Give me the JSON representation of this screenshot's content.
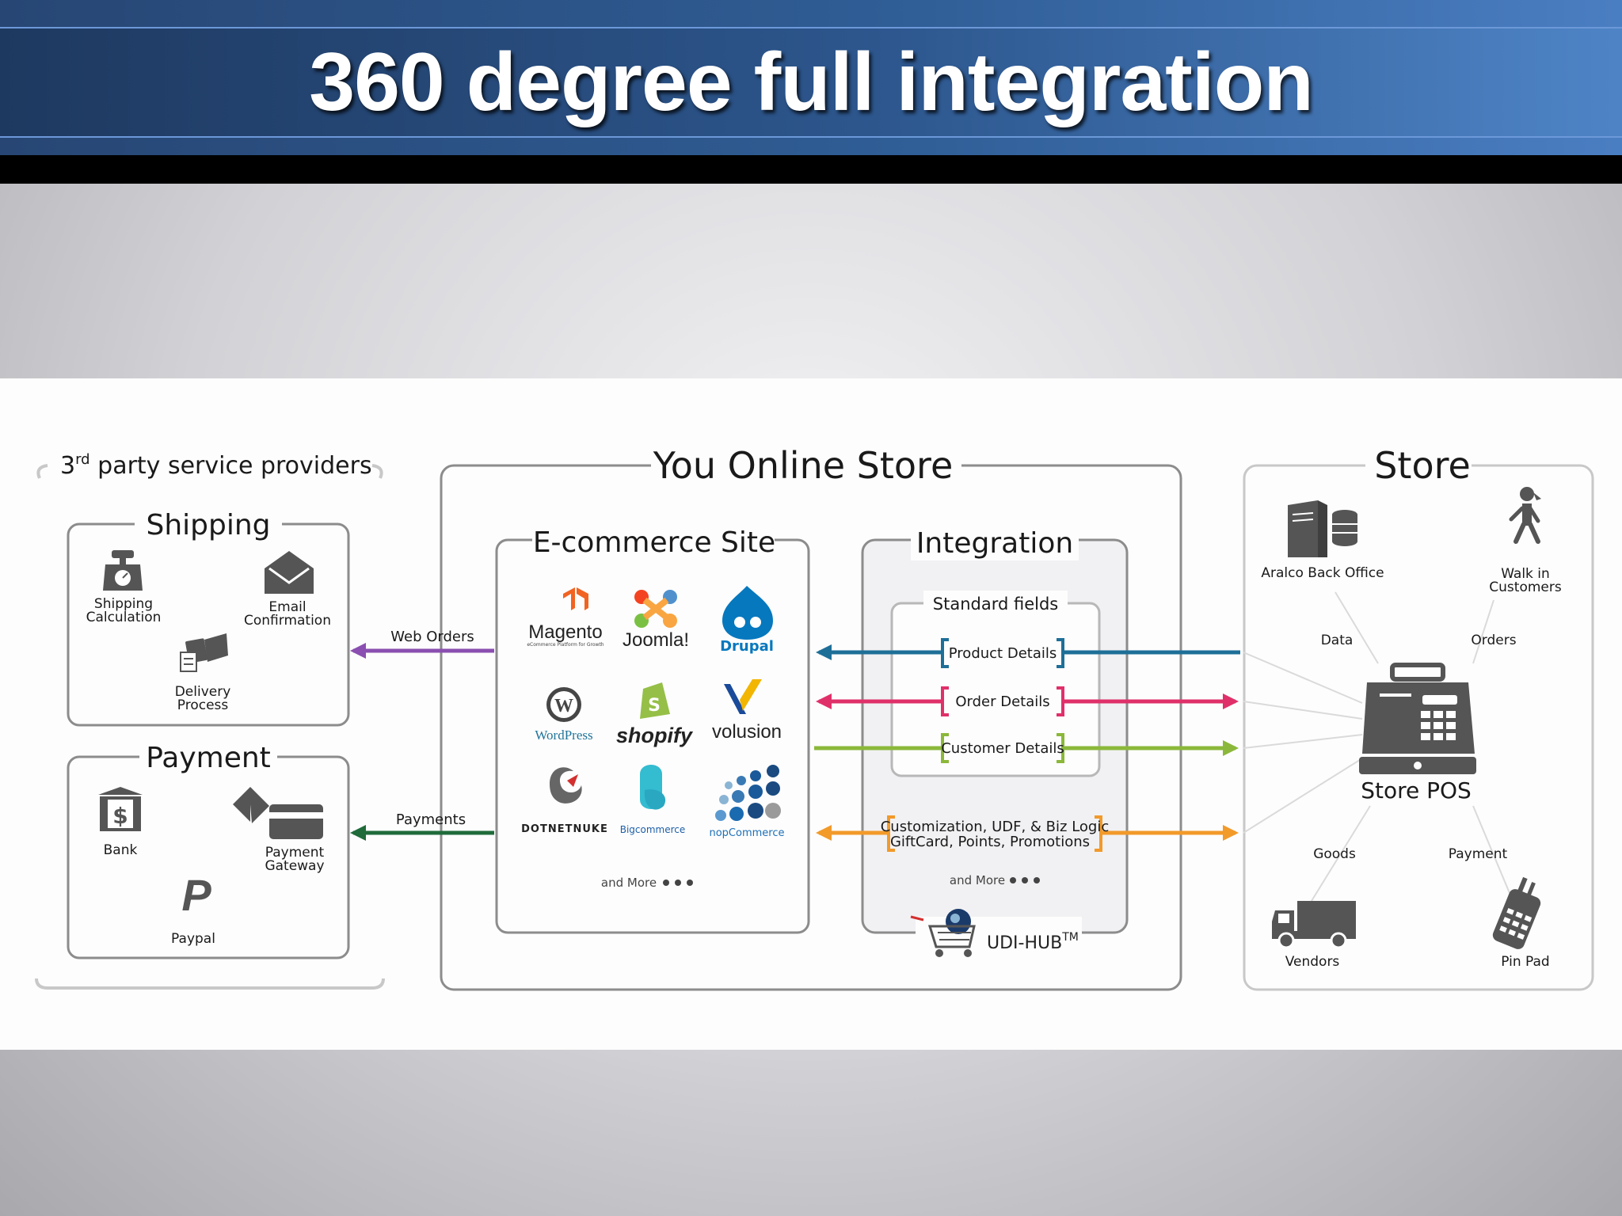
{
  "title": "360 degree full integration",
  "diagram": {
    "providers": {
      "heading": "3rd party service providers",
      "heading_base": "3",
      "heading_sup": "rd",
      "heading_rest": " party service providers",
      "shipping": {
        "title": "Shipping",
        "shipping_calc": [
          "Shipping",
          "Calculation"
        ],
        "email_conf": [
          "Email",
          "Confirmation"
        ],
        "delivery": [
          "Delivery",
          "Process"
        ]
      },
      "payment": {
        "title": "Payment",
        "bank": "Bank",
        "gateway": [
          "Payment",
          "Gateway"
        ],
        "paypal": "Paypal"
      }
    },
    "online_store": {
      "title": "You Online Store",
      "ecommerce": {
        "title": "E-commerce Site",
        "platforms": {
          "magento": "Magento",
          "magento_tagline": "eCommerce Platform for Growth",
          "joomla": "Joomla!",
          "drupal": "Drupal",
          "wordpress": "WordPress",
          "shopify": "shopify",
          "volusion": "volusion",
          "dotnetnuke": "DOTNETNUKE",
          "bigcommerce": "Bigcommerce",
          "nopcommerce": "nopCommerce"
        },
        "and_more": "and More"
      },
      "integration": {
        "title": "Integration",
        "standard_fields": "Standard fields",
        "product_details": "Product Details",
        "order_details": "Order Details",
        "customer_details": "Customer Details",
        "custom_line1": "Customization, UDF, & Biz Logic",
        "custom_line2": "GiftCard, Points, Promotions",
        "and_more": "and More",
        "hub": "UDI-HUB",
        "hub_tm": "TM"
      }
    },
    "flows": {
      "web_orders": "Web Orders",
      "payments": "Payments"
    },
    "store": {
      "title": "Store",
      "back_office": "Aralco Back Office",
      "walk_in": [
        "Walk in",
        "Customers"
      ],
      "data": "Data",
      "orders": "Orders",
      "pos": "Store POS",
      "goods": "Goods",
      "payment": "Payment",
      "vendors": "Vendors",
      "pin_pad": "Pin Pad"
    },
    "colors": {
      "web_orders": "#8a4fb0",
      "payments": "#1f6b3a",
      "product": "#1e6f98",
      "order": "#e0306a",
      "customer": "#8bb83a",
      "custom": "#f29a2a",
      "icon": "#555555"
    }
  }
}
